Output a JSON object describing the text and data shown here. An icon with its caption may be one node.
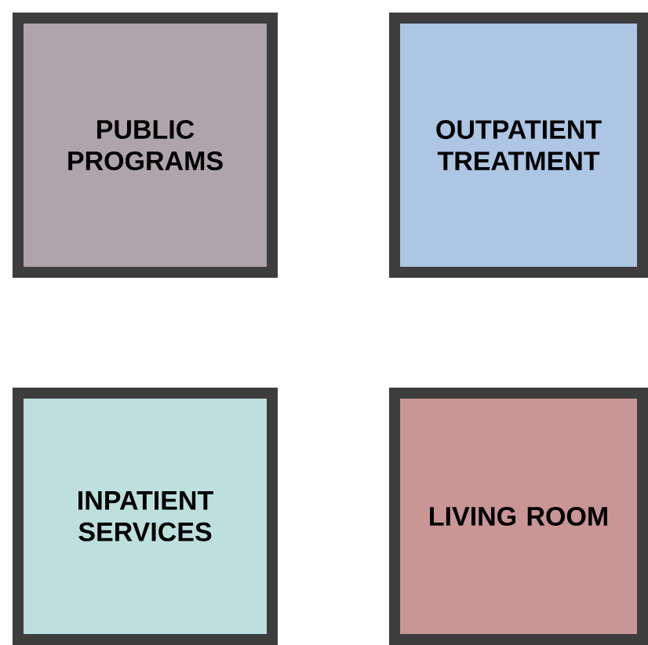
{
  "diagram": {
    "nodes": [
      {
        "text": [
          "PUBLIC PROGRAMS"
        ]
      },
      {
        "text": [
          "OUTPATIENT TREATMENT"
        ]
      },
      {
        "text": [
          "INPATIENT SERVICES"
        ]
      },
      {
        "text": [
          "LIVING ROOM"
        ]
      }
    ]
  }
}
